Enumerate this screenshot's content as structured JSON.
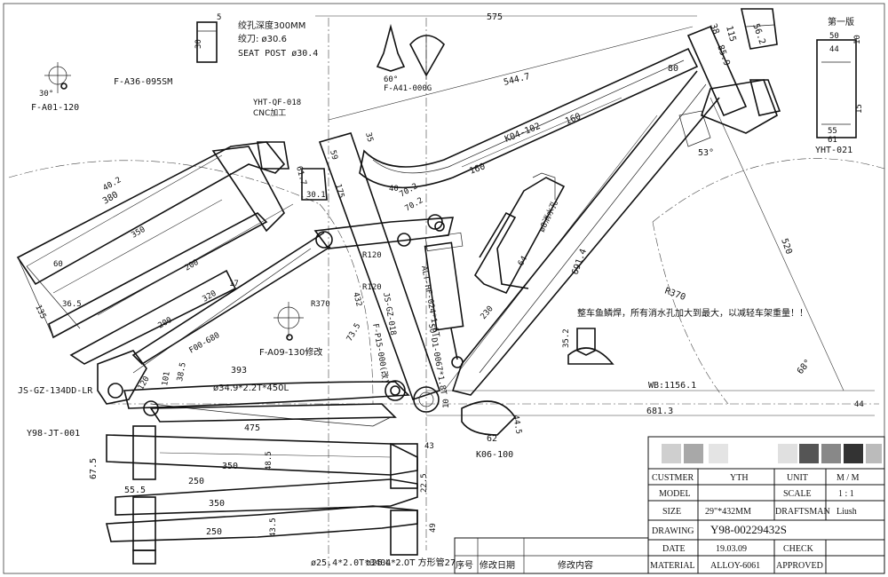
{
  "edition": "第一版",
  "note_weld": "整车鱼鳞焊，所有消水孔加大到最大，以减轻车架重量！！",
  "seat_notes": [
    "绞孔深度300MM",
    "绞刀: ø30.6",
    "SEAT POST ø30.4"
  ],
  "part_labels": [
    {
      "id": "fa01",
      "text": "F-A01-120"
    },
    {
      "id": "fa36",
      "text": "F-A36-095SM"
    },
    {
      "id": "fa41",
      "text": "F-A41-000G"
    },
    {
      "id": "yhtqf",
      "text": "YHT-QF-018"
    },
    {
      "id": "cnc",
      "text": "CNC加工"
    },
    {
      "id": "yht021",
      "text": "YHT-021"
    },
    {
      "id": "fa09",
      "text": "F-A09-130修改"
    },
    {
      "id": "jsgz134",
      "text": "JS-GZ-134DD-LR"
    },
    {
      "id": "y98jt",
      "text": "Y98-JT-001"
    },
    {
      "id": "k06",
      "text": "K06-100"
    },
    {
      "id": "k04",
      "text": "K04-102"
    },
    {
      "id": "drain",
      "text": "ø8消水孔"
    },
    {
      "id": "althf",
      "text": "ALT-HF-024*1.6T"
    },
    {
      "id": "so01",
      "text": "SO-D1-0067*1.8T"
    },
    {
      "id": "fp15",
      "text": "F-P15-000(改)"
    },
    {
      "id": "jsgz018",
      "text": "JS-GZ-018"
    },
    {
      "id": "f0068",
      "text": "F00-680"
    },
    {
      "id": "tube349",
      "text": "ø34.9*2.2T*450L"
    },
    {
      "id": "tube254a",
      "text": "ø25.4*2.0T*340L"
    },
    {
      "id": "tube254b",
      "text": "ø25.4*2.0T 方形管27*17"
    }
  ],
  "dimensions": {
    "top_575": "575",
    "d544": "544.7",
    "d160a": "160",
    "d160b": "160",
    "d80": "80",
    "d115": "115",
    "d38": "38",
    "d85": "85.9",
    "d56": "56.2",
    "d53": "53°",
    "d520": "520",
    "d691": "691.4",
    "r370a": "R370",
    "r370b": "R370",
    "d68": "68°",
    "wb": "WB:1156.1",
    "d681": "681.3",
    "d44": "44",
    "d10": "10",
    "d50": "50",
    "d44b": "44",
    "d10b": "10",
    "d15": "15",
    "d55": "55",
    "d61": "61",
    "d35a": "35",
    "d59": "59",
    "d175": "175",
    "d617": "61.7",
    "d301": "30.1",
    "d40": "40",
    "d702": "70.2",
    "d702b": "70.2",
    "d402": "40.2",
    "d380": "380",
    "d350a": "350",
    "d60": "60",
    "d135": "135",
    "d365": "36.5",
    "d200a": "200",
    "d200b": "200",
    "d320": "320",
    "d17": "17",
    "d432": "432",
    "r120a": "R120",
    "r120b": "R120",
    "d735": "73.5",
    "d393": "393",
    "d120": "120",
    "d385": "38.5",
    "d101": "101",
    "d475": "475",
    "d350b": "350",
    "d250a": "250",
    "d675": "67.5",
    "d555": "55.5",
    "d350c": "350",
    "d250b": "250",
    "d485": "48.5",
    "d435": "43.5",
    "d43": "43",
    "d225": "22.5",
    "d49": "49",
    "d62": "62",
    "d445": "44.5",
    "d230": "230",
    "d64": "64",
    "d352": "35.2",
    "d30": "30",
    "d5": "5",
    "d30b": "30°",
    "d60b": "60°"
  },
  "title_block": {
    "customer_label": "CUSTMER",
    "customer_value": "YTH",
    "unit_label": "UNIT",
    "unit_value": "M / M",
    "model_label": "MODEL",
    "scale_label": "SCALE",
    "scale_value": "1 : 1",
    "size_label": "SIZE",
    "size_value": "29\"*432MM",
    "draftsman_label": "DRAFTSMAN",
    "draftsman_value": "Liush",
    "drawing_label": "DRAWING",
    "drawing_value": "Y98-00229432S",
    "date_label": "DATE",
    "date_value": "19.03.09",
    "check_label": "CHECK",
    "material_label": "MATERIAL",
    "material_value": "ALLOY-6061",
    "approved_label": "APPROVED",
    "rev_no_label": "序号",
    "rev_date_label": "修改日期",
    "rev_content_label": "修改内容"
  }
}
